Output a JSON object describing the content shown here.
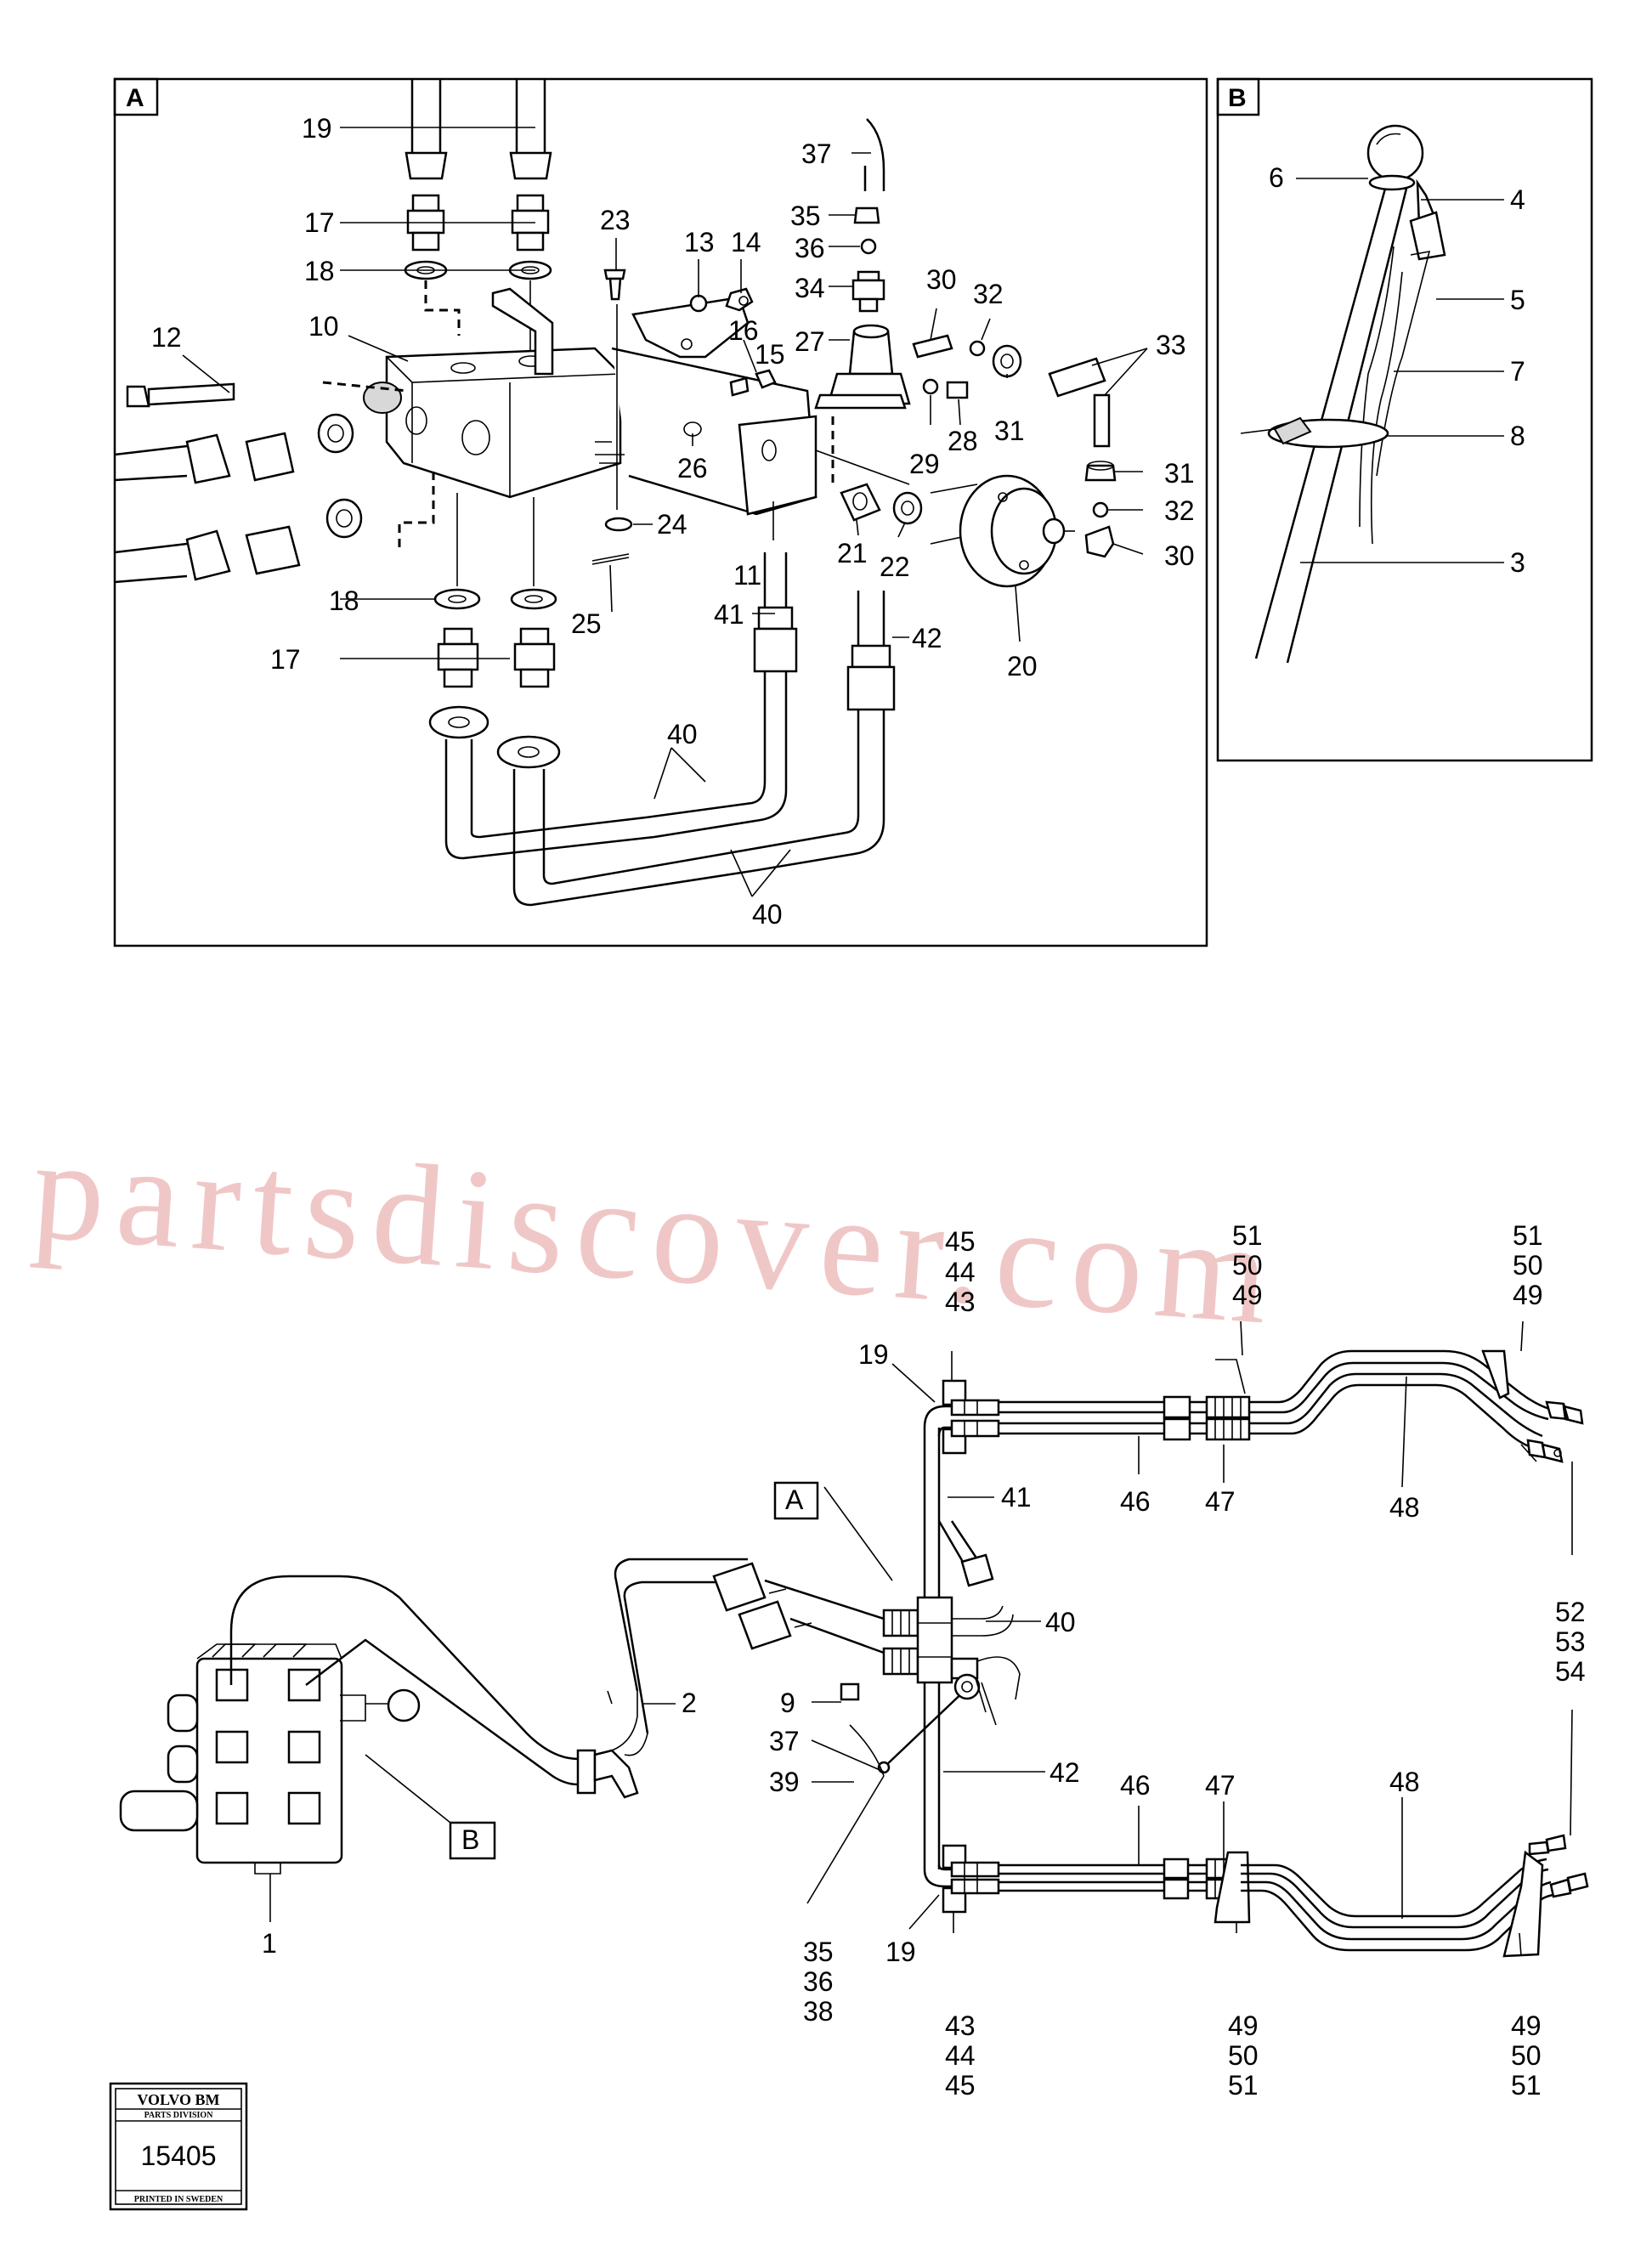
{
  "panels": {
    "A": {
      "letter": "A"
    },
    "B": {
      "letter": "B"
    }
  },
  "callouts": {
    "A_19": "19",
    "A_17a": "17",
    "A_18a": "18",
    "A_12": "12",
    "A_10": "10",
    "A_23": "23",
    "A_13": "13",
    "A_14": "14",
    "A_16": "16",
    "A_15": "15",
    "A_26": "26",
    "A_24": "24",
    "A_25": "25",
    "A_11": "11",
    "A_18b": "18",
    "A_17b": "17",
    "A_41": "41",
    "A_42": "42",
    "A_40a": "40",
    "A_40b": "40",
    "A_37": "37",
    "A_35": "35",
    "A_36": "36",
    "A_34": "34",
    "A_27": "27",
    "A_30a": "30",
    "A_32a": "32",
    "A_33": "33",
    "A_28": "28",
    "A_29": "29",
    "A_31a": "31",
    "A_31b": "31",
    "A_32b": "32",
    "A_30b": "30",
    "A_21": "21",
    "A_22": "22",
    "A_20": "20",
    "B_6": "6",
    "B_4": "4",
    "B_5": "5",
    "B_7": "7",
    "B_8": "8",
    "B_3": "3",
    "M_45a": "45",
    "M_44a": "44",
    "M_43a": "43",
    "M_51a": "51",
    "M_50a": "50",
    "M_49a": "49",
    "M_51b": "51",
    "M_50b": "50",
    "M_49b": "49",
    "M_19a": "19",
    "M_A": "A",
    "M_41": "41",
    "M_46a": "46",
    "M_47a": "47",
    "M_48a": "48",
    "M_40": "40",
    "M_2": "2",
    "M_9": "9",
    "M_37": "37",
    "M_39": "39",
    "M_42": "42",
    "M_46b": "46",
    "M_47b": "47",
    "M_48b": "48",
    "M_52": "52",
    "M_53": "53",
    "M_54": "54",
    "M_B": "B",
    "M_1": "1",
    "M_35": "35",
    "M_36": "36",
    "M_38": "38",
    "M_19b": "19",
    "M_43b": "43",
    "M_44b": "44",
    "M_45b": "45",
    "M_49c": "49",
    "M_50c": "50",
    "M_51c": "51",
    "M_49d": "49",
    "M_50d": "50",
    "M_51d": "51"
  },
  "watermark": "partsdiscover.com",
  "logo": {
    "brand": "VOLVO BM",
    "division": "PARTS DIVISION",
    "number": "15405",
    "printed": "PRINTED IN SWEDEN"
  }
}
